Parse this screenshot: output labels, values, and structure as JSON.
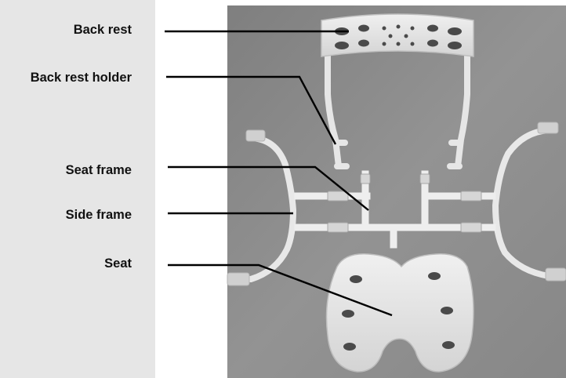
{
  "labels": {
    "back_rest": "Back rest",
    "back_rest_holder": "Back rest holder",
    "seat_frame": "Seat frame",
    "side_frame": "Side frame",
    "seat": "Seat"
  },
  "photo": {
    "subject": "disassembled-shower-chair",
    "background_color": "#8c8c8c",
    "part_color": "#e8e8e8"
  }
}
